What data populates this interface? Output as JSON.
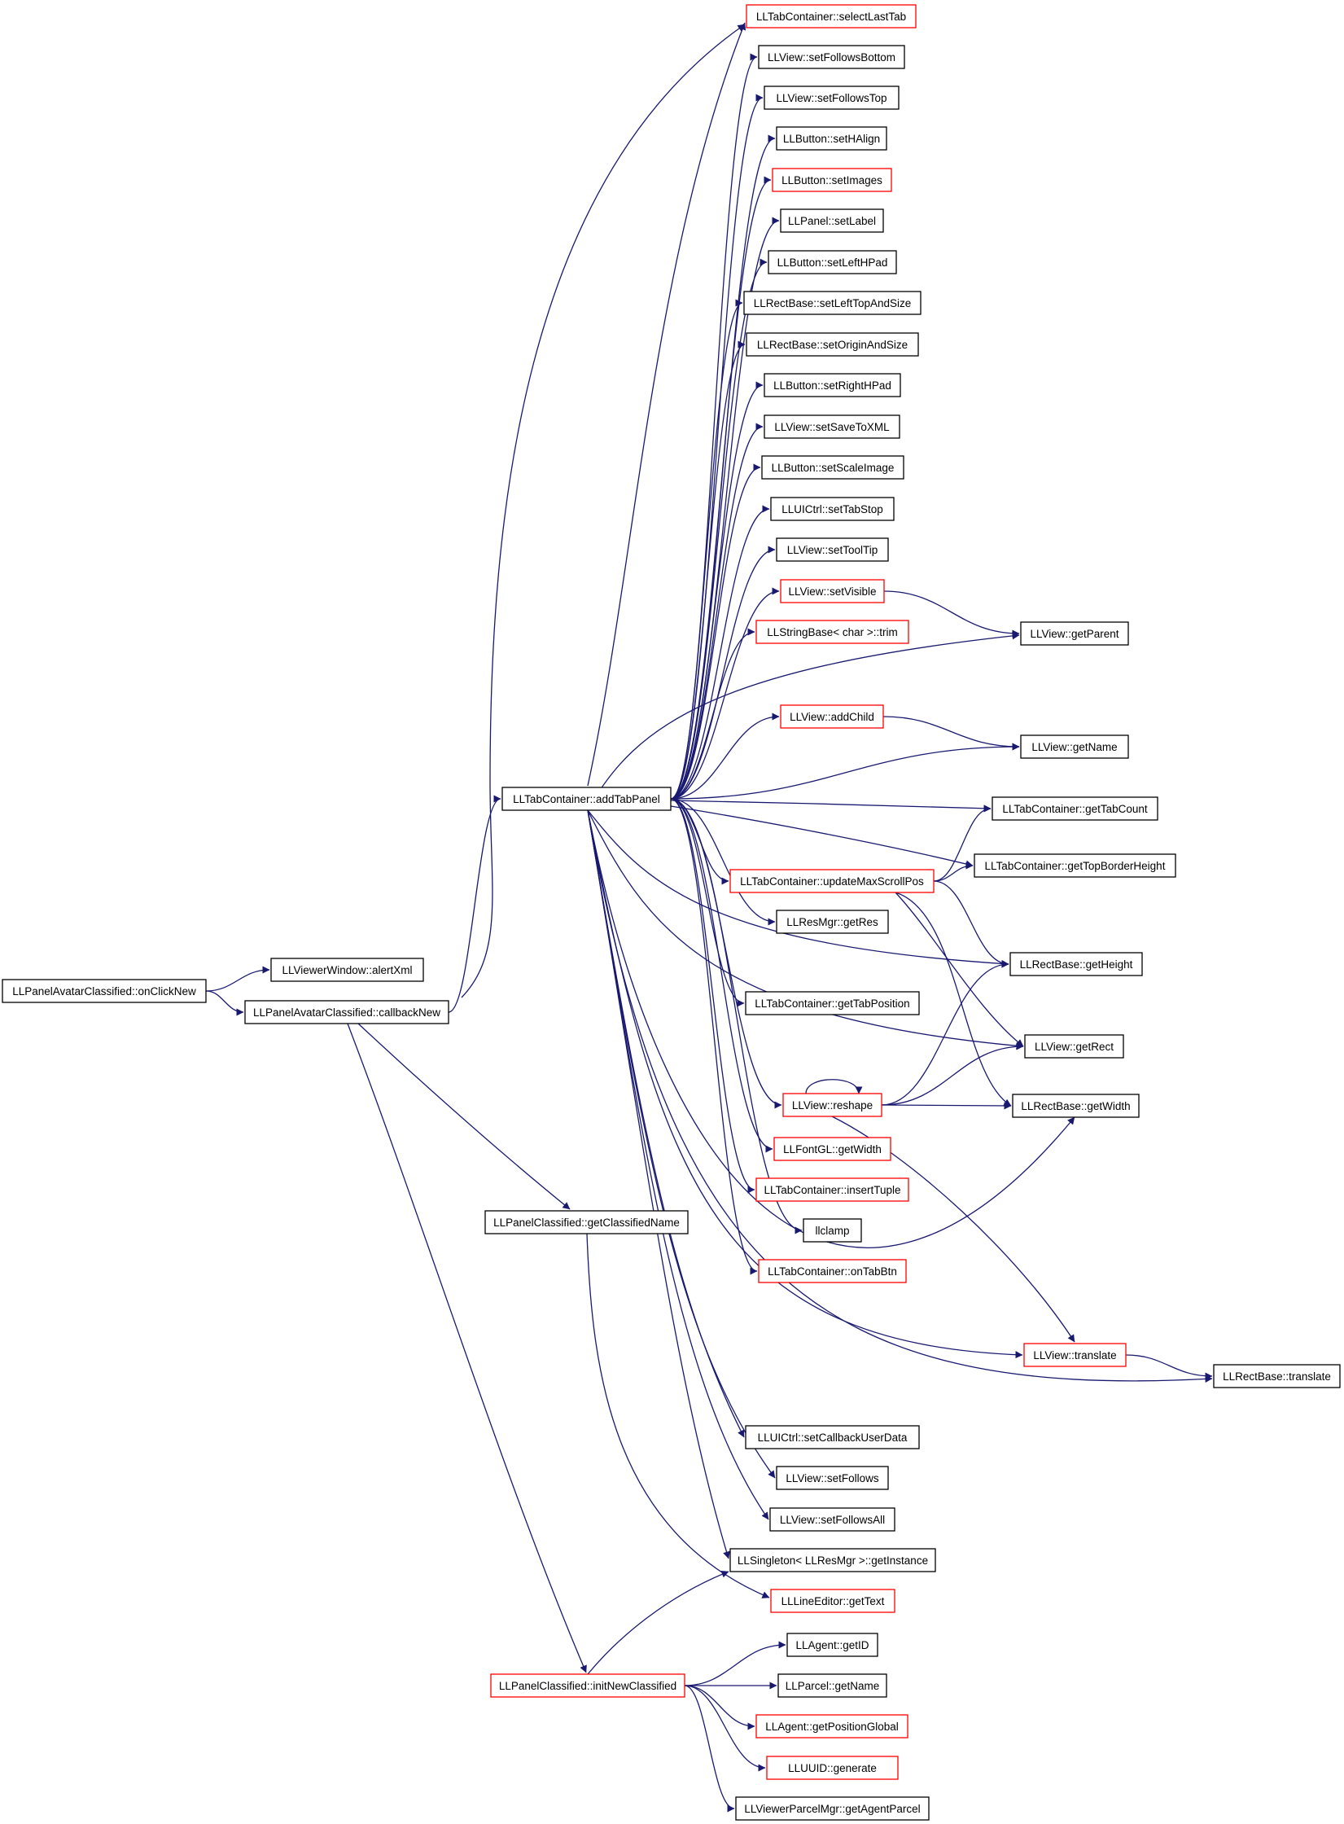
{
  "graph": {
    "edge_color": "#191970",
    "root_fill": "#bfbfbf",
    "normal_border": "#000000",
    "expandable_border": "#ff0000",
    "nodes": [
      {
        "id": "onClickNew",
        "label": "LLPanelAvatarClassified::onClickNew",
        "style": "root"
      },
      {
        "id": "alertXml",
        "label": "LLViewerWindow::alertXml",
        "style": "normal"
      },
      {
        "id": "callbackNew",
        "label": "LLPanelAvatarClassified::callbackNew",
        "style": "normal"
      },
      {
        "id": "addTabPanel",
        "label": "LLTabContainer::addTabPanel",
        "style": "normal"
      },
      {
        "id": "getClassifiedName",
        "label": "LLPanelClassified::getClassifiedName",
        "style": "normal"
      },
      {
        "id": "initNewClassified",
        "label": "LLPanelClassified::initNewClassified",
        "style": "expandable"
      },
      {
        "id": "selectLastTab",
        "label": "LLTabContainer::selectLastTab",
        "style": "expandable"
      },
      {
        "id": "setFollowsBottom",
        "label": "LLView::setFollowsBottom",
        "style": "normal"
      },
      {
        "id": "setFollowsTop",
        "label": "LLView::setFollowsTop",
        "style": "normal"
      },
      {
        "id": "setHAlign",
        "label": "LLButton::setHAlign",
        "style": "normal"
      },
      {
        "id": "setImages",
        "label": "LLButton::setImages",
        "style": "expandable"
      },
      {
        "id": "setLabel",
        "label": "LLPanel::setLabel",
        "style": "normal"
      },
      {
        "id": "setLeftHPad",
        "label": "LLButton::setLeftHPad",
        "style": "normal"
      },
      {
        "id": "setLeftTopAndSize",
        "label": "LLRectBase::setLeftTopAndSize",
        "style": "normal"
      },
      {
        "id": "setOriginAndSize",
        "label": "LLRectBase::setOriginAndSize",
        "style": "normal"
      },
      {
        "id": "setRightHPad",
        "label": "LLButton::setRightHPad",
        "style": "normal"
      },
      {
        "id": "setSaveToXML",
        "label": "LLView::setSaveToXML",
        "style": "normal"
      },
      {
        "id": "setScaleImage",
        "label": "LLButton::setScaleImage",
        "style": "normal"
      },
      {
        "id": "setTabStop",
        "label": "LLUICtrl::setTabStop",
        "style": "normal"
      },
      {
        "id": "setToolTip",
        "label": "LLView::setToolTip",
        "style": "normal"
      },
      {
        "id": "setVisible",
        "label": "LLView::setVisible",
        "style": "expandable"
      },
      {
        "id": "trim",
        "label": "LLStringBase< char >::trim",
        "style": "expandable"
      },
      {
        "id": "addChild",
        "label": "LLView::addChild",
        "style": "expandable"
      },
      {
        "id": "updateMaxScrollPos",
        "label": "LLTabContainer::updateMaxScrollPos",
        "style": "expandable"
      },
      {
        "id": "getRes",
        "label": "LLResMgr::getRes",
        "style": "normal"
      },
      {
        "id": "getTabPosition",
        "label": "LLTabContainer::getTabPosition",
        "style": "normal"
      },
      {
        "id": "reshape",
        "label": "LLView::reshape",
        "style": "expandable"
      },
      {
        "id": "fontGetWidth",
        "label": "LLFontGL::getWidth",
        "style": "expandable"
      },
      {
        "id": "insertTuple",
        "label": "LLTabContainer::insertTuple",
        "style": "expandable"
      },
      {
        "id": "llclamp",
        "label": "llclamp",
        "style": "normal"
      },
      {
        "id": "onTabBtn",
        "label": "LLTabContainer::onTabBtn",
        "style": "expandable"
      },
      {
        "id": "setCallbackUserData",
        "label": "LLUICtrl::setCallbackUserData",
        "style": "normal"
      },
      {
        "id": "setFollows",
        "label": "LLView::setFollows",
        "style": "normal"
      },
      {
        "id": "setFollowsAll",
        "label": "LLView::setFollowsAll",
        "style": "normal"
      },
      {
        "id": "getInstance",
        "label": "LLSingleton< LLResMgr >::getInstance",
        "style": "normal"
      },
      {
        "id": "getText",
        "label": "LLLineEditor::getText",
        "style": "expandable"
      },
      {
        "id": "getID",
        "label": "LLAgent::getID",
        "style": "normal"
      },
      {
        "id": "parcelGetName",
        "label": "LLParcel::getName",
        "style": "normal"
      },
      {
        "id": "getPositionGlobal",
        "label": "LLAgent::getPositionGlobal",
        "style": "expandable"
      },
      {
        "id": "generate",
        "label": "LLUUID::generate",
        "style": "expandable"
      },
      {
        "id": "getAgentParcel",
        "label": "LLViewerParcelMgr::getAgentParcel",
        "style": "normal"
      },
      {
        "id": "getParent",
        "label": "LLView::getParent",
        "style": "normal"
      },
      {
        "id": "viewGetName",
        "label": "LLView::getName",
        "style": "normal"
      },
      {
        "id": "getTabCount",
        "label": "LLTabContainer::getTabCount",
        "style": "normal"
      },
      {
        "id": "getTopBorderHeight",
        "label": "LLTabContainer::getTopBorderHeight",
        "style": "normal"
      },
      {
        "id": "getHeight",
        "label": "LLRectBase::getHeight",
        "style": "normal"
      },
      {
        "id": "getRect",
        "label": "LLView::getRect",
        "style": "normal"
      },
      {
        "id": "rectGetWidth",
        "label": "LLRectBase::getWidth",
        "style": "normal"
      },
      {
        "id": "viewTranslate",
        "label": "LLView::translate",
        "style": "expandable"
      },
      {
        "id": "rectTranslate",
        "label": "LLRectBase::translate",
        "style": "normal"
      }
    ],
    "edges": [
      [
        "onClickNew",
        "alertXml"
      ],
      [
        "onClickNew",
        "callbackNew"
      ],
      [
        "callbackNew",
        "selectLastTab"
      ],
      [
        "callbackNew",
        "addTabPanel"
      ],
      [
        "callbackNew",
        "getClassifiedName"
      ],
      [
        "callbackNew",
        "initNewClassified"
      ],
      [
        "addTabPanel",
        "selectLastTab"
      ],
      [
        "addTabPanel",
        "setFollowsBottom"
      ],
      [
        "addTabPanel",
        "setFollowsTop"
      ],
      [
        "addTabPanel",
        "setHAlign"
      ],
      [
        "addTabPanel",
        "setImages"
      ],
      [
        "addTabPanel",
        "setLabel"
      ],
      [
        "addTabPanel",
        "setLeftHPad"
      ],
      [
        "addTabPanel",
        "setLeftTopAndSize"
      ],
      [
        "addTabPanel",
        "setOriginAndSize"
      ],
      [
        "addTabPanel",
        "setRightHPad"
      ],
      [
        "addTabPanel",
        "setSaveToXML"
      ],
      [
        "addTabPanel",
        "setScaleImage"
      ],
      [
        "addTabPanel",
        "setTabStop"
      ],
      [
        "addTabPanel",
        "setToolTip"
      ],
      [
        "addTabPanel",
        "setVisible"
      ],
      [
        "addTabPanel",
        "trim"
      ],
      [
        "addTabPanel",
        "getParent"
      ],
      [
        "addTabPanel",
        "addChild"
      ],
      [
        "addTabPanel",
        "viewGetName"
      ],
      [
        "addTabPanel",
        "getTabCount"
      ],
      [
        "addTabPanel",
        "getTopBorderHeight"
      ],
      [
        "addTabPanel",
        "updateMaxScrollPos"
      ],
      [
        "addTabPanel",
        "getRes"
      ],
      [
        "addTabPanel",
        "getHeight"
      ],
      [
        "addTabPanel",
        "getTabPosition"
      ],
      [
        "addTabPanel",
        "getRect"
      ],
      [
        "addTabPanel",
        "reshape"
      ],
      [
        "addTabPanel",
        "fontGetWidth"
      ],
      [
        "addTabPanel",
        "insertTuple"
      ],
      [
        "addTabPanel",
        "llclamp"
      ],
      [
        "addTabPanel",
        "onTabBtn"
      ],
      [
        "addTabPanel",
        "rectGetWidth"
      ],
      [
        "addTabPanel",
        "viewTranslate"
      ],
      [
        "addTabPanel",
        "rectTranslate"
      ],
      [
        "addTabPanel",
        "setCallbackUserData"
      ],
      [
        "addTabPanel",
        "setFollows"
      ],
      [
        "addTabPanel",
        "setFollowsAll"
      ],
      [
        "addTabPanel",
        "getInstance"
      ],
      [
        "setVisible",
        "getParent"
      ],
      [
        "addChild",
        "viewGetName"
      ],
      [
        "updateMaxScrollPos",
        "getTabCount"
      ],
      [
        "updateMaxScrollPos",
        "getTopBorderHeight"
      ],
      [
        "updateMaxScrollPos",
        "getHeight"
      ],
      [
        "updateMaxScrollPos",
        "getRect"
      ],
      [
        "updateMaxScrollPos",
        "rectGetWidth"
      ],
      [
        "reshape",
        "reshape"
      ],
      [
        "reshape",
        "getHeight"
      ],
      [
        "reshape",
        "getRect"
      ],
      [
        "reshape",
        "rectGetWidth"
      ],
      [
        "reshape",
        "viewTranslate"
      ],
      [
        "viewTranslate",
        "rectTranslate"
      ],
      [
        "getClassifiedName",
        "getText"
      ],
      [
        "initNewClassified",
        "getInstance"
      ],
      [
        "initNewClassified",
        "getID"
      ],
      [
        "initNewClassified",
        "parcelGetName"
      ],
      [
        "initNewClassified",
        "getPositionGlobal"
      ],
      [
        "initNewClassified",
        "generate"
      ],
      [
        "initNewClassified",
        "getAgentParcel"
      ]
    ]
  }
}
